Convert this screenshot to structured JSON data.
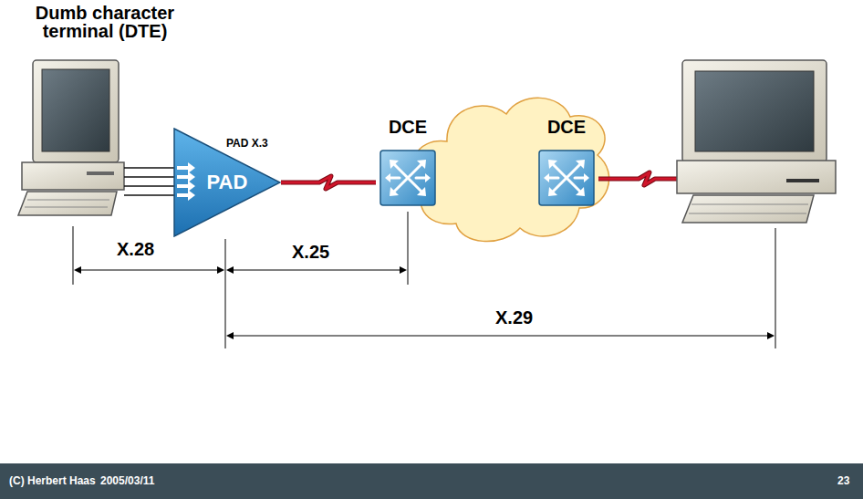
{
  "diagram": {
    "nodes": [
      {
        "text": [
          "PAD X.3",
          "PAD"
        ]
      },
      {
        "text": [
          "DCE"
        ]
      },
      {
        "text": [
          "DCE"
        ]
      }
    ],
    "edges": [
      {
        "from": 0,
        "to": 1,
        "arrow": "none"
      }
    ],
    "labels": [
      "Dumb character terminal (DTE)",
      "X.28",
      "X.25",
      "X.29",
      "(C) Herbert Haas",
      "2005/03/11",
      "23"
    ]
  }
}
